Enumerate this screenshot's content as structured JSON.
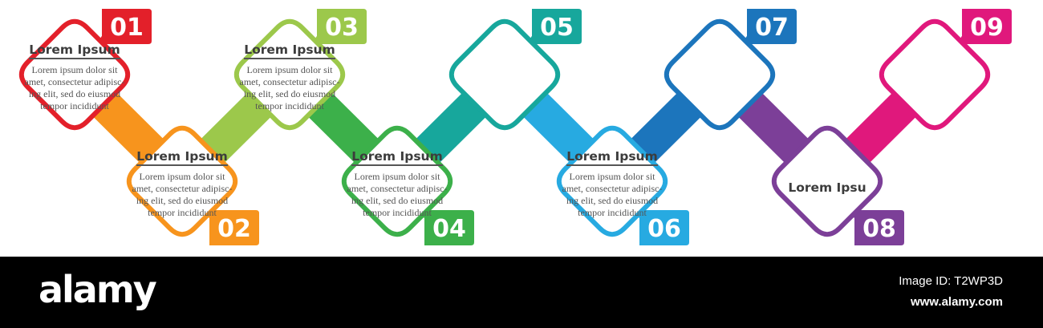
{
  "steps": [
    {
      "number": "01",
      "color": "#e3202a",
      "title": "Lorem Ipsum",
      "body": [
        "Lorem ipsum dolor sit",
        "amet, consectetur adipisc-",
        "ing elit, sed do eiusmod",
        "tempor incididunt"
      ]
    },
    {
      "number": "02",
      "color": "#f7941d",
      "title": "Lorem Ipsum",
      "body": [
        "Lorem ipsum dolor sit",
        "amet, consectetur adipisc-",
        "ing elit, sed do eiusmod",
        "tempor incididunt"
      ]
    },
    {
      "number": "03",
      "color": "#9cc84b",
      "title": "Lorem Ipsum",
      "body": [
        "Lorem ipsum dolor sit",
        "amet, consectetur adipisc-",
        "ing elit, sed do eiusmod",
        "tempor incididunt"
      ]
    },
    {
      "number": "04",
      "color": "#3cb04a",
      "title": "Lorem Ipsum",
      "body": [
        "Lorem ipsum dolor sit",
        "amet, consectetur adipisc-",
        "ing elit, sed do eiusmod",
        "tempor incididunt"
      ]
    },
    {
      "number": "05",
      "color": "#17a79c",
      "title": "",
      "body": []
    },
    {
      "number": "06",
      "color": "#27aae1",
      "title": "Lorem Ipsum",
      "body": [
        "Lorem ipsum dolor sit",
        "amet, consectetur adipisc-",
        "ing elit, sed do eiusmod",
        "tempor incididunt"
      ]
    },
    {
      "number": "07",
      "color": "#1c75bc",
      "title": "",
      "body": []
    },
    {
      "number": "08",
      "color": "#7c3f98",
      "title": "Lorem Ipsu",
      "body": []
    },
    {
      "number": "09",
      "color": "#e0187c",
      "title": "",
      "body": []
    }
  ],
  "watermark": {
    "logo": "alamy",
    "image_id": "Image ID: T2WP3D",
    "site": "www.alamy.com",
    "background": "#000000"
  }
}
